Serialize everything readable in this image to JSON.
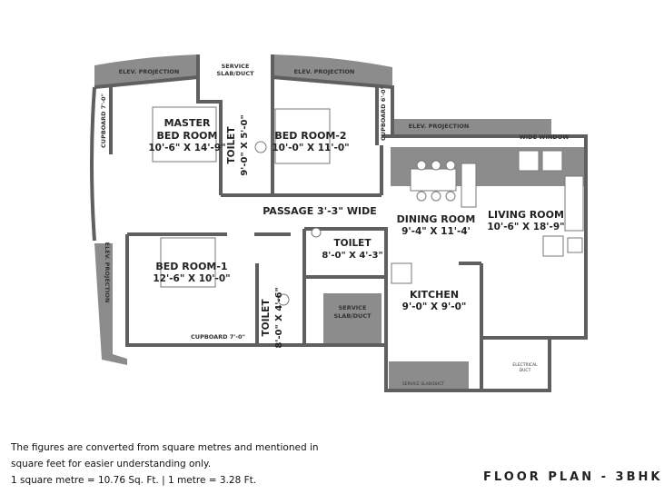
{
  "rooms": {
    "master_bed": {
      "name1": "MASTER",
      "name2": "BED ROOM",
      "size": "10'-6\" X 14'-9\""
    },
    "bed2": {
      "name": "BED ROOM-2",
      "size": "10'-0\" X 11'-0\""
    },
    "bed1": {
      "name": "BED ROOM-1",
      "size": "12'-6\" X 10'-0\""
    },
    "toilet_master": {
      "name": "TOILET",
      "size": "9'-0\" X 5'-0\""
    },
    "toilet_small": {
      "name": "TOILET",
      "size": "8'-0\" X 4'-6\""
    },
    "toilet_common": {
      "name": "TOILET",
      "size": "8'-0\" X 4'-3\""
    },
    "passage": {
      "name": "PASSAGE 3'-3\" WIDE"
    },
    "dining": {
      "name": "DINING ROOM",
      "size": "9'-4\" X 11'-4'"
    },
    "living": {
      "name": "LIVING ROOM",
      "size": "10'-6\" X 18'-9\""
    },
    "kitchen": {
      "name": "KITCHEN",
      "size": "9'-0\" X 9'-0\""
    }
  },
  "annotations": {
    "service_top1": "SERVICE",
    "service_top2": "SLAB/DUCT",
    "elev_left": "ELEV. PROJECTION",
    "elev_mid": "ELEV. PROJECTION",
    "elev_right": "ELEV. PROJECTION",
    "elev_side": "ELEV. PROJECTION",
    "wide_window": "WIDE WINDOW",
    "cupboard_left": "CUPBOARD 7'-0\"",
    "cupboard_right": "CUPBOARD 6'-0\"",
    "cupboard_bed1": "CUPBOARD 7'-0\"",
    "service_mid1": "SERVICE",
    "service_mid2": "SLAB/DUCT",
    "service_bottom": "SERVICE SLAB/DUCT",
    "elec1": "ELECTRICAL",
    "elec2": "DUCT"
  },
  "footer": {
    "note_line1": "The figures are converted from square metres and mentioned in",
    "note_line2": "square feet for easier understanding only.",
    "note_line3": "1 square metre = 10.76 Sq. Ft. | 1 metre = 3.28 Ft.",
    "title": "FLOOR PLAN - 3BHK"
  },
  "colors": {
    "wall": "#5f5f5f",
    "shade": "#8c8c8c",
    "floor": "#ffffff"
  }
}
